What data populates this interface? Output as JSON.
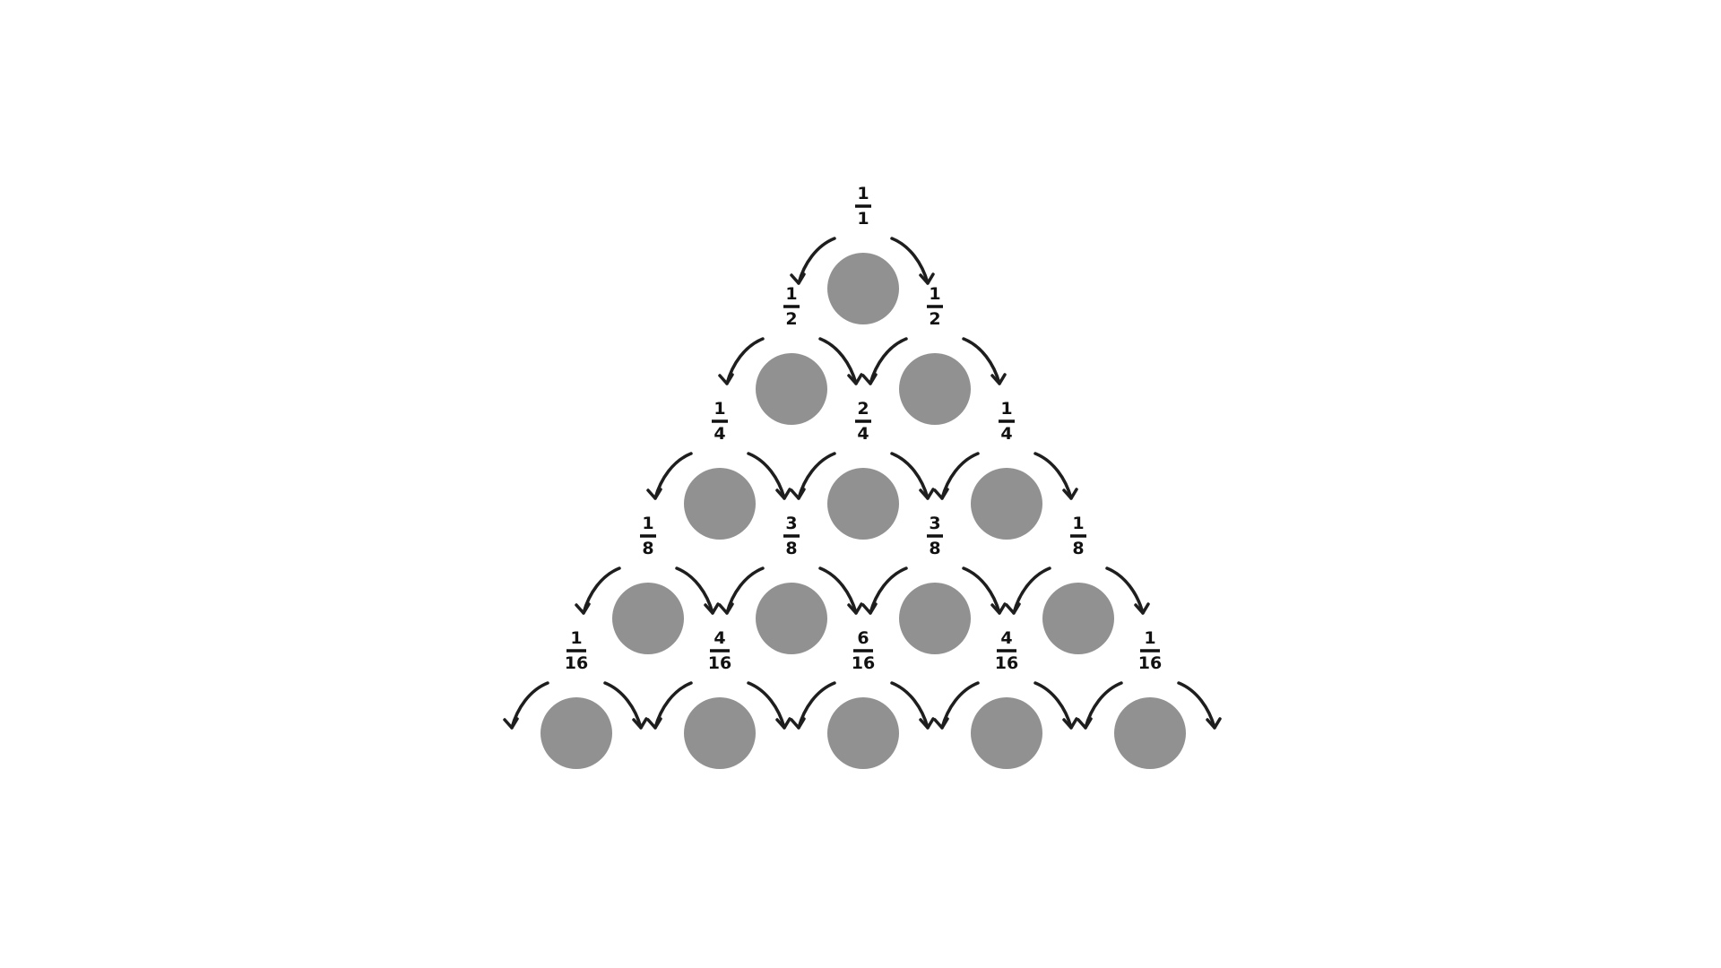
{
  "diagram": {
    "rows": [
      {
        "pegs": [
          {
            "numerator": "1",
            "denominator": "1"
          }
        ]
      },
      {
        "pegs": [
          {
            "numerator": "1",
            "denominator": "2"
          },
          {
            "numerator": "1",
            "denominator": "2"
          }
        ]
      },
      {
        "pegs": [
          {
            "numerator": "1",
            "denominator": "4"
          },
          {
            "numerator": "2",
            "denominator": "4"
          },
          {
            "numerator": "1",
            "denominator": "4"
          }
        ]
      },
      {
        "pegs": [
          {
            "numerator": "1",
            "denominator": "8"
          },
          {
            "numerator": "3",
            "denominator": "8"
          },
          {
            "numerator": "3",
            "denominator": "8"
          },
          {
            "numerator": "1",
            "denominator": "8"
          }
        ]
      },
      {
        "pegs": [
          {
            "numerator": "1",
            "denominator": "16"
          },
          {
            "numerator": "4",
            "denominator": "16"
          },
          {
            "numerator": "6",
            "denominator": "16"
          },
          {
            "numerator": "4",
            "denominator": "16"
          },
          {
            "numerator": "1",
            "denominator": "16"
          }
        ]
      }
    ],
    "colors": {
      "peg": "#919191",
      "arrow": "#1e1e1e",
      "text": "#111111",
      "background": "#ffffff"
    }
  }
}
